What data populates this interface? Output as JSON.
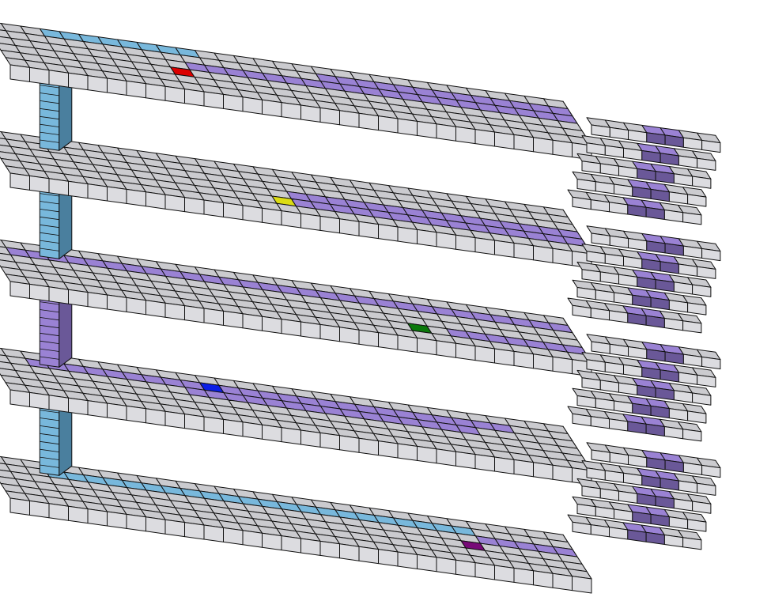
{
  "scene": {
    "type": "voxel-multi-floor-path-puzzle",
    "floor_count": 5,
    "grid": {
      "cols": 30,
      "rows": 6,
      "stair_cols": 7
    },
    "colors": {
      "background": "#ffffff",
      "tile_top": "#cbcbcf",
      "tile_front": "#dcdce0",
      "tile_side": "#3d3d44",
      "outline": "#111111",
      "path_purple": "#9a82d4",
      "path_purple_dark": "#6a5898",
      "path_blue": "#78b8dc",
      "path_blue_dark": "#4a7f9e"
    },
    "markers": [
      {
        "name": "red-marker",
        "floor": 0,
        "color": "#dc0000"
      },
      {
        "name": "yellow-marker",
        "floor": 1,
        "color": "#dcdc14"
      },
      {
        "name": "green-marker",
        "floor": 2,
        "color": "#0a780a"
      },
      {
        "name": "blue-marker",
        "floor": 3,
        "color": "#0a1ee6"
      },
      {
        "name": "purple-marker",
        "floor": 4,
        "color": "#780a78"
      }
    ],
    "paths": [
      {
        "name": "blue-start-path",
        "color_role": "path_blue"
      },
      {
        "name": "purple-route",
        "color_role": "path_purple"
      }
    ]
  }
}
